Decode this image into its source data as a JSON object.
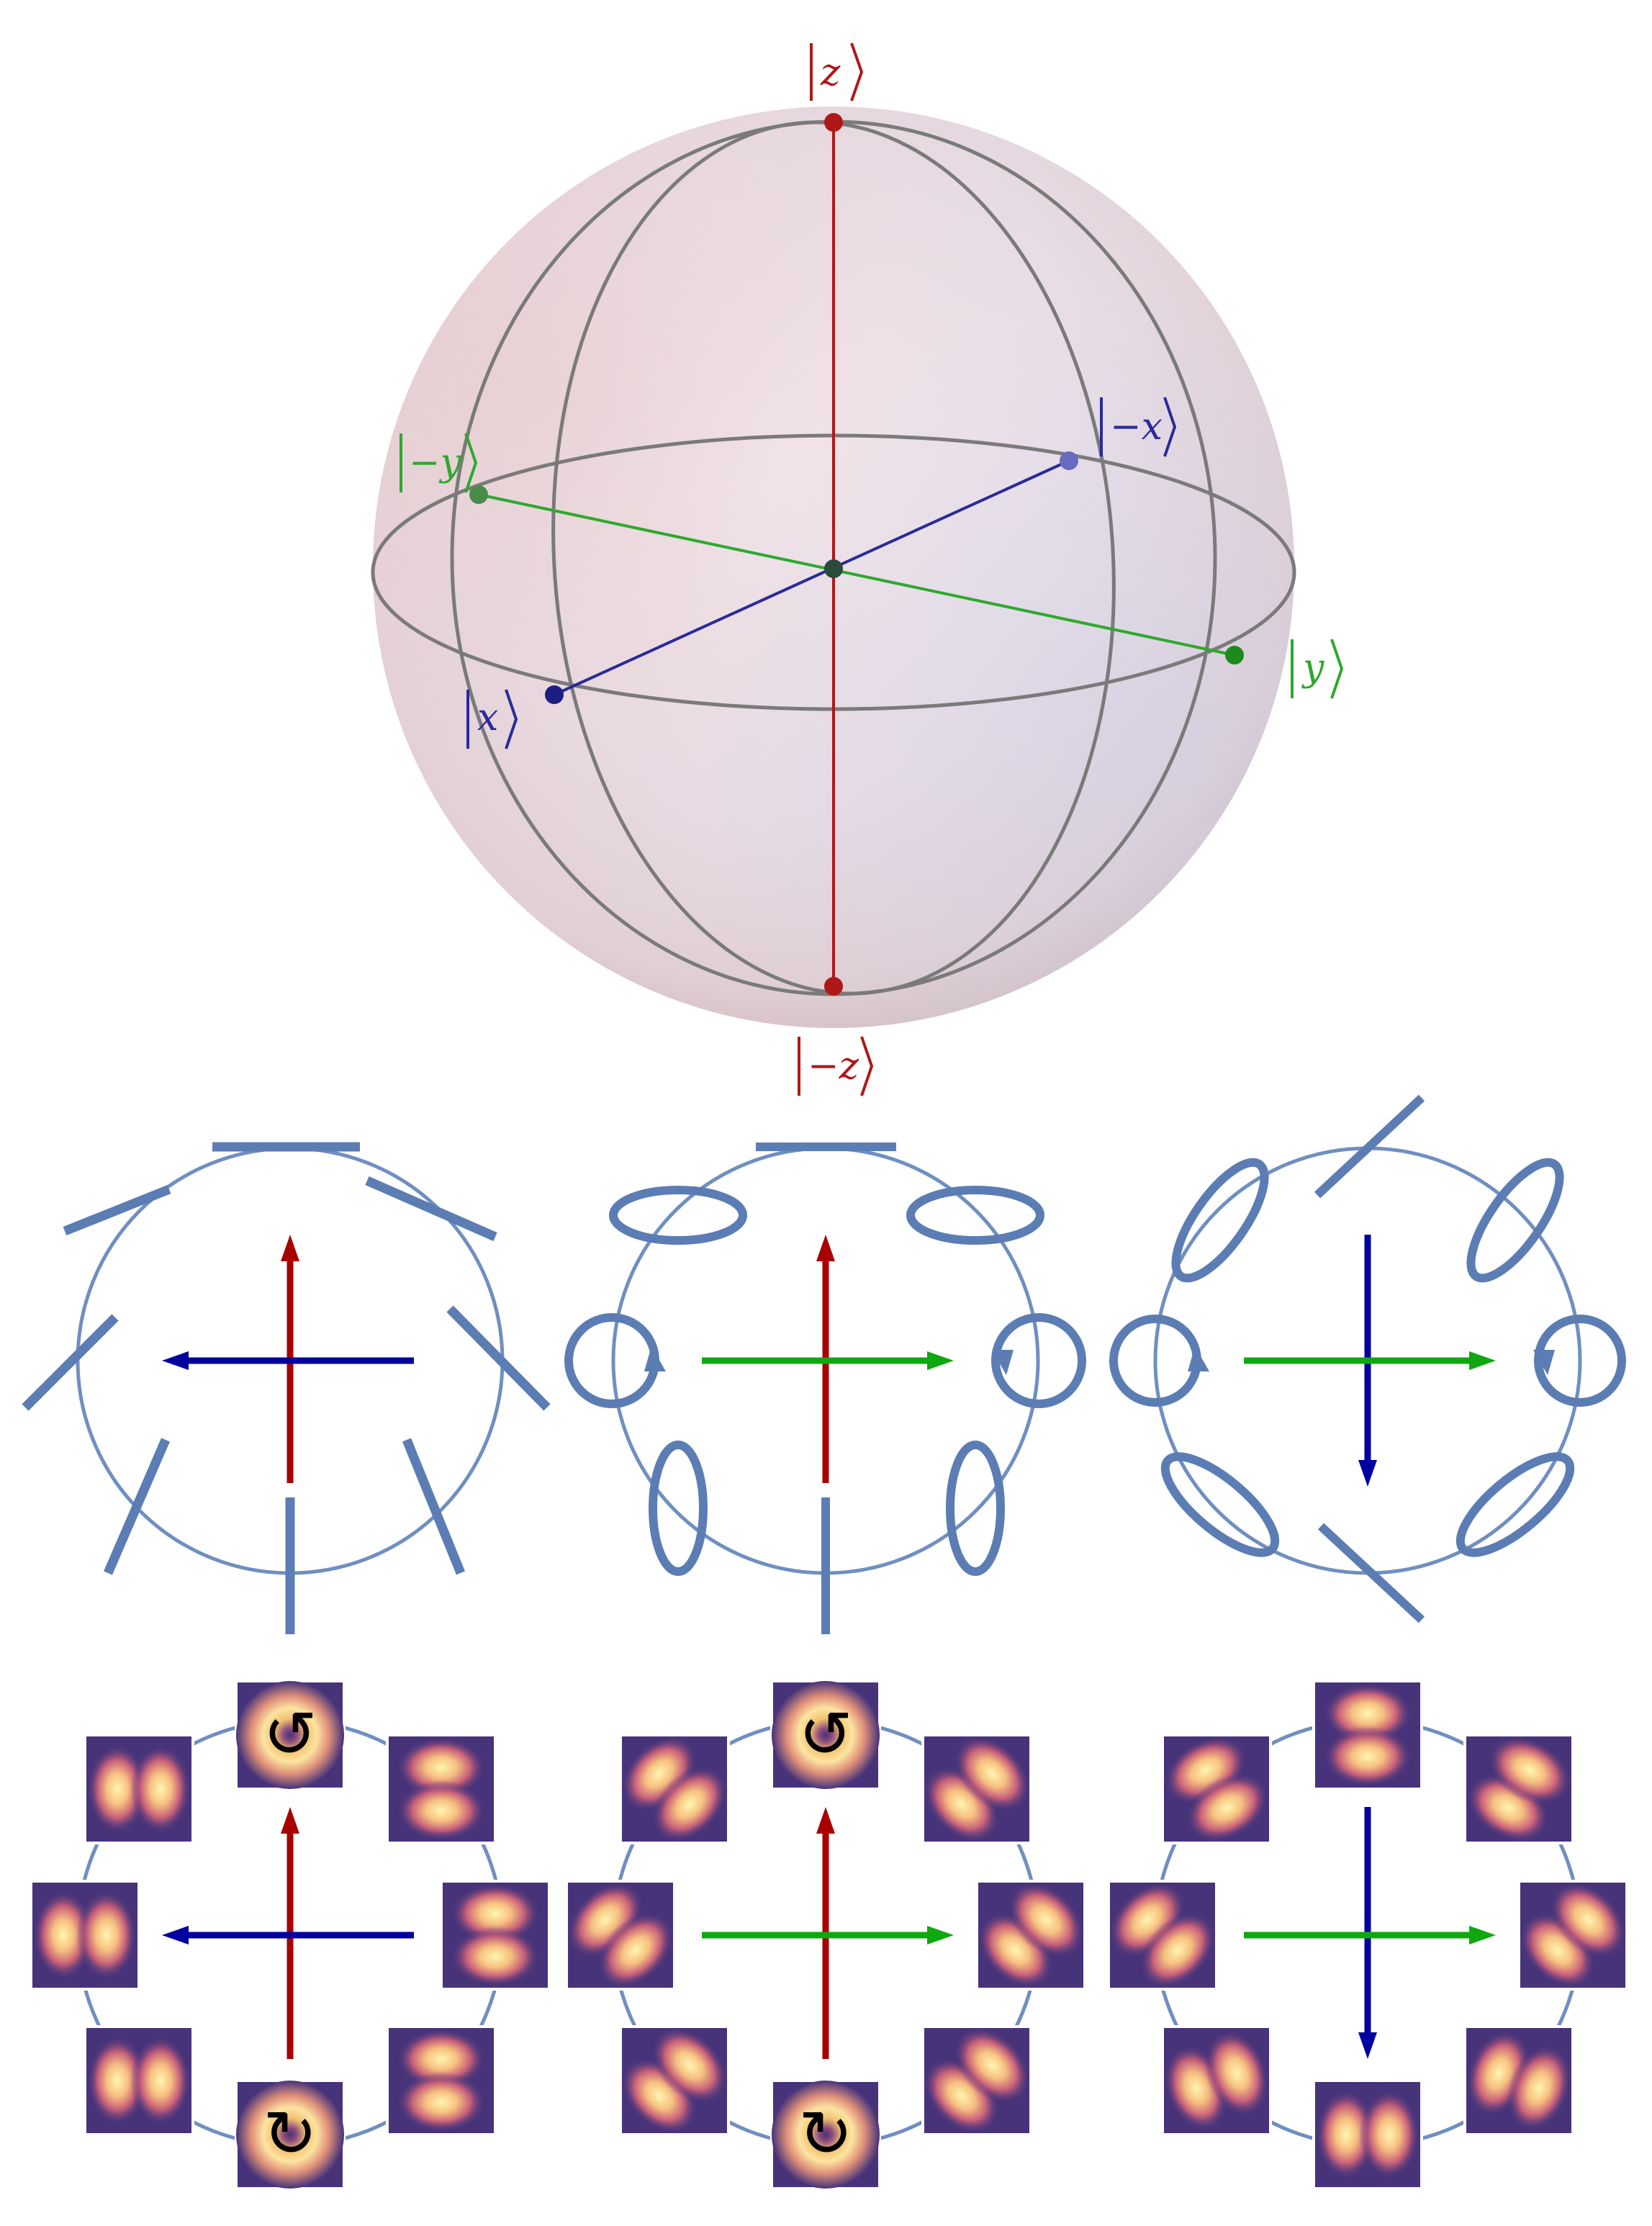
{
  "bloch_sphere": {
    "labels": {
      "z": "z",
      "minus_z": "−z",
      "x": "x",
      "minus_x": "−x",
      "y": "y",
      "minus_y": "−y"
    },
    "colors": {
      "z_axis": "#b01818",
      "x_axis": "#2a2a9a",
      "y_axis": "#2ea82e",
      "grid": "#7a7a7a"
    }
  },
  "panel_colors": {
    "circle": "#6f8fc0",
    "polarization": "#5b7db4",
    "red_arrow": "#a80000",
    "blue_arrow": "#00009e",
    "green_arrow": "#10a810"
  },
  "icons": {
    "counterclockwise": "↺",
    "clockwise": "↻"
  }
}
